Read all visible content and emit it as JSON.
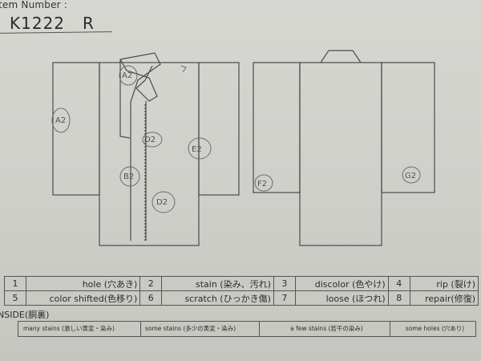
{
  "header": {
    "label": "tem Number :",
    "item_number": "K1222",
    "item_suffix": "R"
  },
  "diagram": {
    "front_marks": [
      "A2",
      "A2",
      "D2",
      "E2",
      "B2",
      "D2"
    ],
    "back_marks": [
      "F2",
      "G2"
    ]
  },
  "legend": {
    "rows": [
      [
        {
          "num": "1",
          "label": "hole (穴あき)"
        },
        {
          "num": "2",
          "label": "stain (染み、汚れ)"
        },
        {
          "num": "3",
          "label": "discolor (色やけ)"
        },
        {
          "num": "4",
          "label": "rip (裂け)"
        }
      ],
      [
        {
          "num": "5",
          "label": "color shifted(色移り)"
        },
        {
          "num": "6",
          "label": "scratch (ひっかき傷)"
        },
        {
          "num": "7",
          "label": "loose (ほつれ)"
        },
        {
          "num": "8",
          "label": "repair(修復)"
        }
      ]
    ]
  },
  "inside": {
    "title": "NSIDE(胴裏)",
    "options": [
      "many stains (激しい黄変・染み)",
      "some stains (多少の黄変・染み)",
      "a few stains (若干の染み)",
      "some holes (穴あり)"
    ]
  }
}
